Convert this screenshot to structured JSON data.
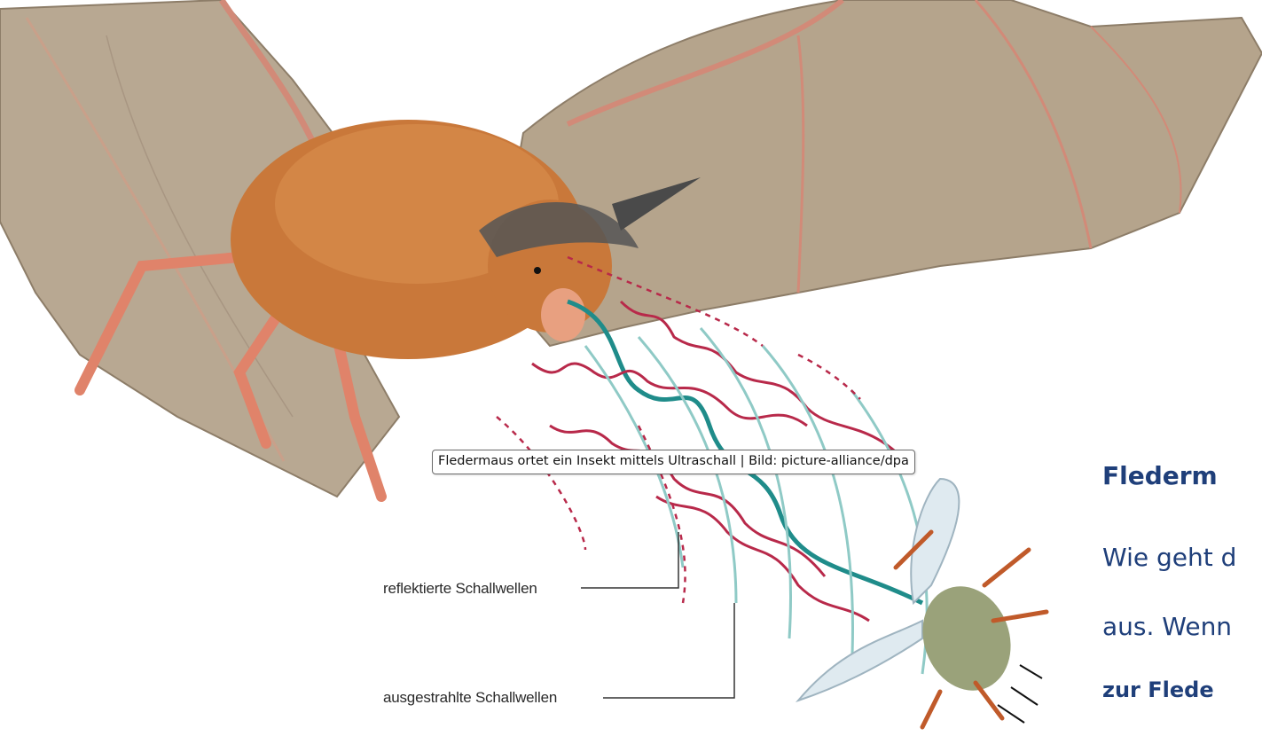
{
  "illustration": {
    "tooltip": "Fledermaus ortet ein Insekt mittels Ultraschall | Bild: picture-alliance/dpa",
    "labels": {
      "reflected": "reflektierte Schallwellen",
      "emitted": "ausgestrahlte Schallwellen"
    },
    "colors": {
      "wing": "#b8a892",
      "fur": "#c9783a",
      "reflected_wave": "#b8294a",
      "emitted_wave": "#1f8c8a",
      "arc": "#8fcac6"
    }
  },
  "article": {
    "heading": "Flederm",
    "line1": "Wie geht d",
    "line2": "aus. Wenn",
    "link": "zur  Flede",
    "color": "#1f3f7a"
  }
}
